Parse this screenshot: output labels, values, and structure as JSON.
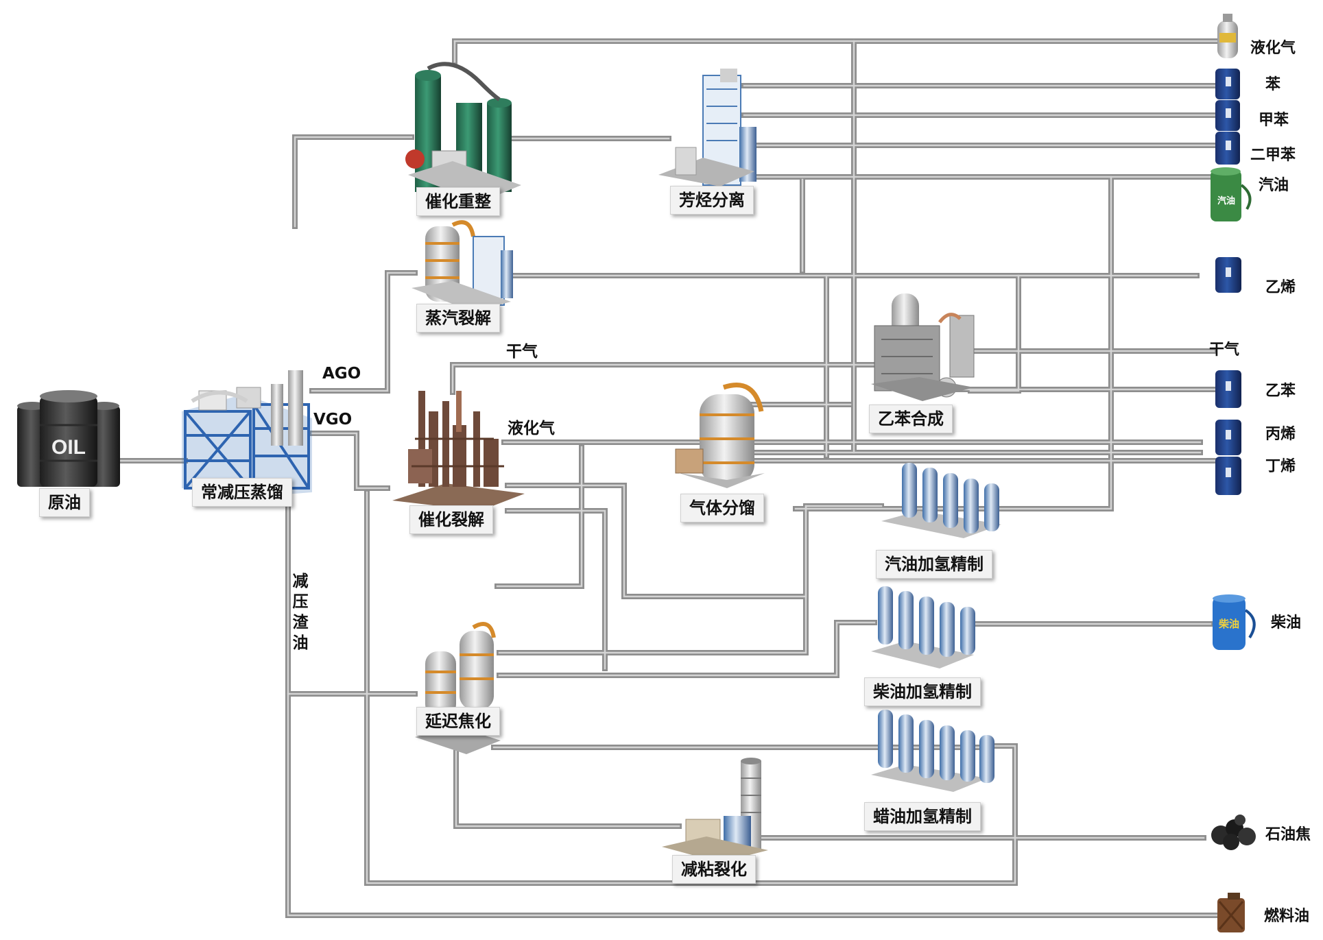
{
  "units": {
    "crude_oil": "原油",
    "atmos_vacuum_distillation": "常减压蒸馏",
    "catalytic_reforming": "催化重整",
    "aromatics_separation": "芳烃分离",
    "steam_cracking": "蒸汽裂解",
    "catalytic_cracking": "催化裂解",
    "gas_fractionation": "气体分馏",
    "ethylbenzene_synthesis": "乙苯合成",
    "gasoline_hydrofining": "汽油加氢精制",
    "diesel_hydrofining": "柴油加氢精制",
    "delayed_coking": "延迟焦化",
    "wax_oil_hydrofining": "蜡油加氢精制",
    "visbreaking": "减粘裂化"
  },
  "streams": {
    "ago": "AGO",
    "vgo": "VGO",
    "dry_gas": "干气",
    "lpg": "液化气",
    "vacuum_residue": "减压渣油"
  },
  "products": {
    "lpg": "液化气",
    "benzene": "苯",
    "toluene": "甲苯",
    "xylene": "二甲苯",
    "gasoline": "汽油",
    "ethylene": "乙烯",
    "dry_gas": "干气",
    "ethylbenzene": "乙苯",
    "propylene": "丙烯",
    "butylene": "丁烯",
    "diesel": "柴油",
    "petroleum_coke": "石油焦",
    "fuel_oil": "燃料油"
  },
  "icons": {
    "crude": "oil-barrels-icon",
    "lpg": "gas-cylinder-icon",
    "barrel": "blue-drum-icon",
    "gasoline": "green-fuel-can-icon",
    "diesel": "blue-fuel-can-icon",
    "coke": "coal-lumps-icon",
    "fuel_oil": "jerry-can-icon"
  },
  "icon_texts": {
    "oil": "OIL",
    "gasoline_can": "汽油",
    "diesel_can": "柴油"
  },
  "colors": {
    "pipe": "#8e8e8e",
    "pipe_highlight": "#d4d4d4",
    "label_bg": "#f2f2f2",
    "steel_blue": "#3a73b8",
    "drum_blue": "#1f3f80"
  }
}
